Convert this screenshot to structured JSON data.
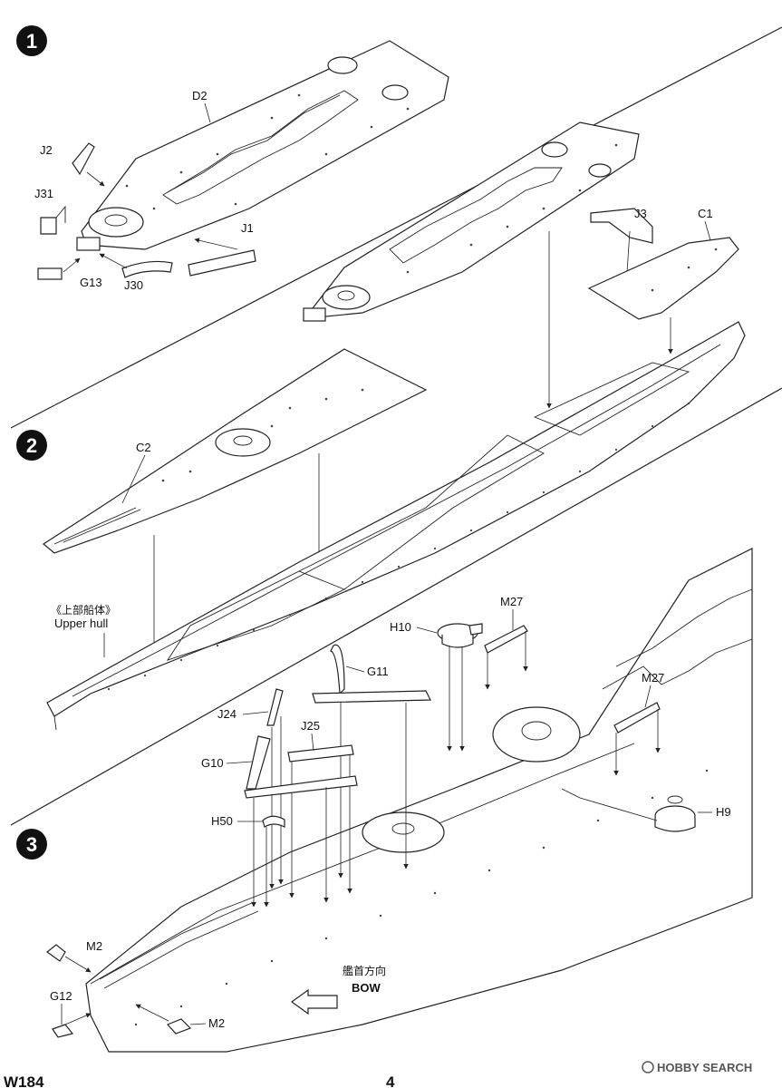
{
  "steps": [
    {
      "number": "1"
    },
    {
      "number": "2"
    },
    {
      "number": "3"
    }
  ],
  "step1_labels": {
    "d2": "D2",
    "j2": "J2",
    "j31": "J31",
    "g13": "G13",
    "j30": "J30",
    "j1": "J1",
    "j3": "J3",
    "c1": "C1"
  },
  "step2_labels": {
    "c2": "C2",
    "upper_hull_cn": "《上部船体》",
    "upper_hull_en": "Upper hull"
  },
  "step3_labels": {
    "h10": "H10",
    "m27_top": "M27",
    "g11": "G11",
    "m27_right": "M27",
    "j24": "J24",
    "j25": "J25",
    "g10": "G10",
    "h50": "H50",
    "h9": "H9",
    "m2_upper": "M2",
    "g12": "G12",
    "m2_lower": "M2",
    "bow_cn": "艦首方向",
    "bow_en": "BOW"
  },
  "footer": {
    "model_code": "W184",
    "page_number": "4",
    "watermark": "HOBBY SEARCH"
  }
}
